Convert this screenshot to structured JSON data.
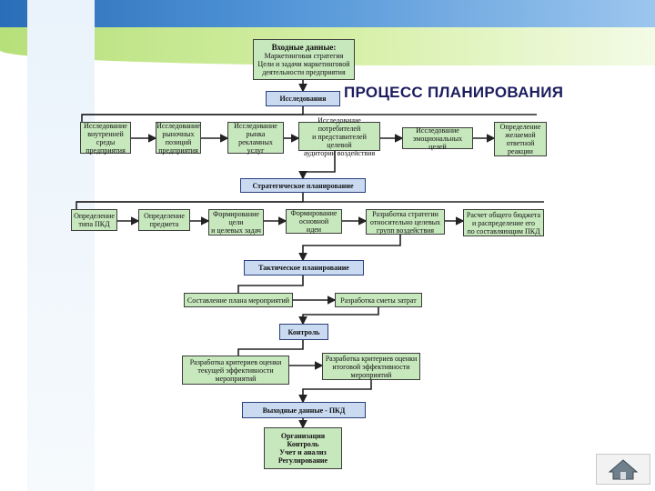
{
  "slide": {
    "title": "ПРОЦЕСС ПЛАНИРОВАНИЯ"
  },
  "diagram": {
    "input": {
      "heading": "Входные данные:",
      "lines": [
        "Маркетинговая стратегия",
        "Цели и задачи маркетинговой",
        "деятельности предприятия"
      ]
    },
    "research": "Исследования",
    "research_items": [
      [
        "Исследование",
        "внутренней",
        "среды",
        "предприятия"
      ],
      [
        "Исследование",
        "рыночных",
        "позиций",
        "предприятия"
      ],
      [
        "Исследование",
        "рынка",
        "рекламных",
        "услуг"
      ],
      [
        "Исследование",
        "потребителей",
        "и представителей целевой",
        "аудитории воздействия"
      ],
      [
        "Исследование",
        "эмоциональных целей"
      ],
      [
        "Определение",
        "желаемой",
        "ответной",
        "реакции"
      ]
    ],
    "strategic": "Стратегическое планирование",
    "strategic_items": [
      [
        "Определение",
        "типа ПКД"
      ],
      [
        "Определение",
        "предмета"
      ],
      [
        "Формирование",
        "цели",
        "и целевых задач"
      ],
      [
        "Формирование",
        "основной",
        "идеи"
      ],
      [
        "Разработка стратегии",
        "относительно целевых",
        "групп воздействия"
      ],
      [
        "Расчет общего бюджета",
        "и распределение его",
        "по составляющим ПКД"
      ]
    ],
    "tactical": "Тактическое планирование",
    "tactical_items": [
      "Составление плана мероприятий",
      "Разработка сметы затрат"
    ],
    "control": "Контроль",
    "control_items": [
      [
        "Разработка критериев оценки",
        "текущей эффективности",
        "мероприятий"
      ],
      [
        "Разработка критериев оценки",
        "итоговой эффективности",
        "мероприятий"
      ]
    ],
    "output": "Выходные данные - ПКД",
    "final": [
      "Организация",
      "Контроль",
      "Учет и анализ",
      "Регулирование"
    ]
  },
  "colors": {
    "box_green": "#c7e7bd",
    "box_blue": "#c9daf1",
    "title_color": "#1c1c5e"
  },
  "icons": {
    "nav": "home-icon"
  }
}
